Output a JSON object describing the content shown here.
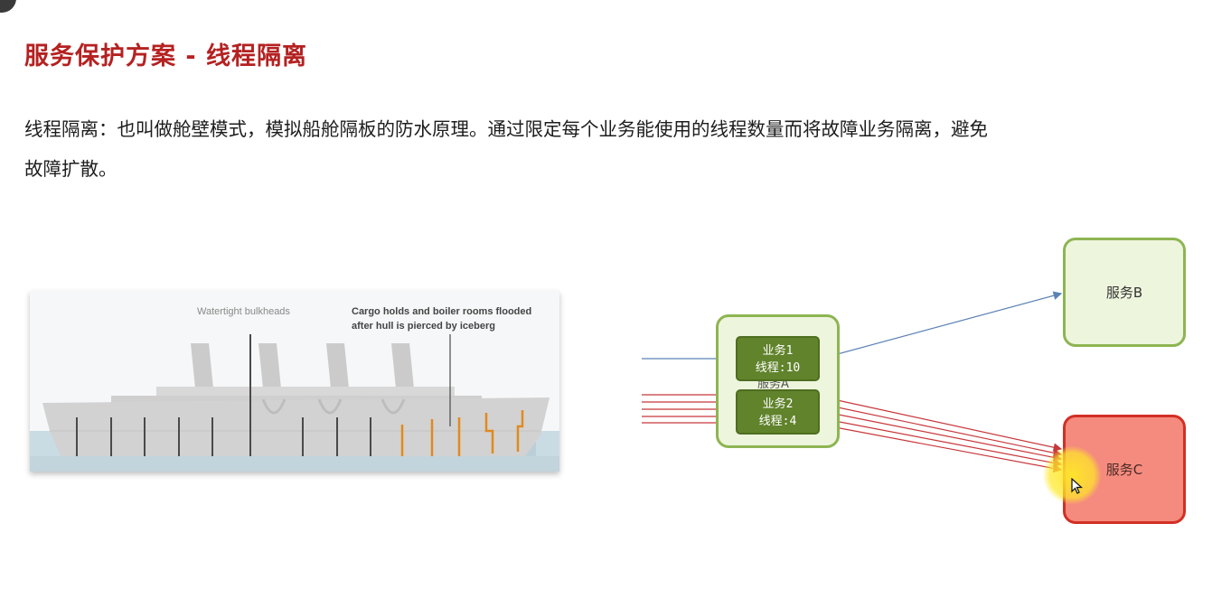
{
  "slide": {
    "title": "服务保护方案 - 线程隔离",
    "description": "线程隔离：也叫做舱壁模式，模拟船舱隔板的防水原理。通过限定每个业务能使用的线程数量而将故障业务隔离，避免\n故障扩散。"
  },
  "ship_figure": {
    "label_bulkheads": "Watertight bulkheads",
    "label_flooded": "Cargo holds and boiler rooms flooded\nafter hull is pierced by iceberg",
    "colors": {
      "hull": "#d2d2d2",
      "water": "#c9dce4",
      "bulkhead": "#4a4a4a",
      "flooded_bulkhead": "#e08a1e"
    }
  },
  "diagram": {
    "service_a": "服务A",
    "service_b": "服务B",
    "service_c": "服务C",
    "business_1": {
      "name": "业务1",
      "threads": "线程:10"
    },
    "business_2": {
      "name": "业务2",
      "threads": "线程:4"
    },
    "colors": {
      "healthy_fill": "#eef5dd",
      "healthy_border": "#8db552",
      "failed_fill": "#f58b7e",
      "failed_border": "#d22f25",
      "business_fill": "#60832b",
      "normal_request": "#5b82b5",
      "failed_request": "#c8383b"
    }
  }
}
